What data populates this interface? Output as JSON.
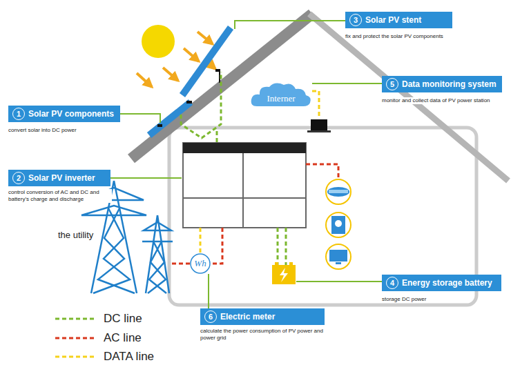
{
  "diagram": {
    "nodes": [
      {
        "text": [
          "Solar PV components",
          "convert solar into DC power"
        ]
      },
      {
        "text": [
          "Solar PV inverter",
          "control conversion of AC and DC and battery's charge and discharge"
        ]
      },
      {
        "text": [
          "Solar PV stent",
          "fix and protect the solar PV components"
        ]
      },
      {
        "text": [
          "Energy storage battery",
          "storage DC power"
        ]
      },
      {
        "text": [
          "Data monitoring system",
          "monitor and collect data of PV power station"
        ]
      },
      {
        "text": [
          "Electric meter",
          "calculate the power consumption of PV power and power grid"
        ]
      },
      {
        "text": [
          "Interner"
        ]
      },
      {
        "text": [
          "Wh"
        ]
      }
    ],
    "labels": [
      "1",
      "2",
      "3",
      "4",
      "5",
      "6",
      "the utility"
    ],
    "legend": [
      {
        "text": "DC line"
      },
      {
        "text": "AC line"
      },
      {
        "text": "DATA line"
      }
    ]
  }
}
